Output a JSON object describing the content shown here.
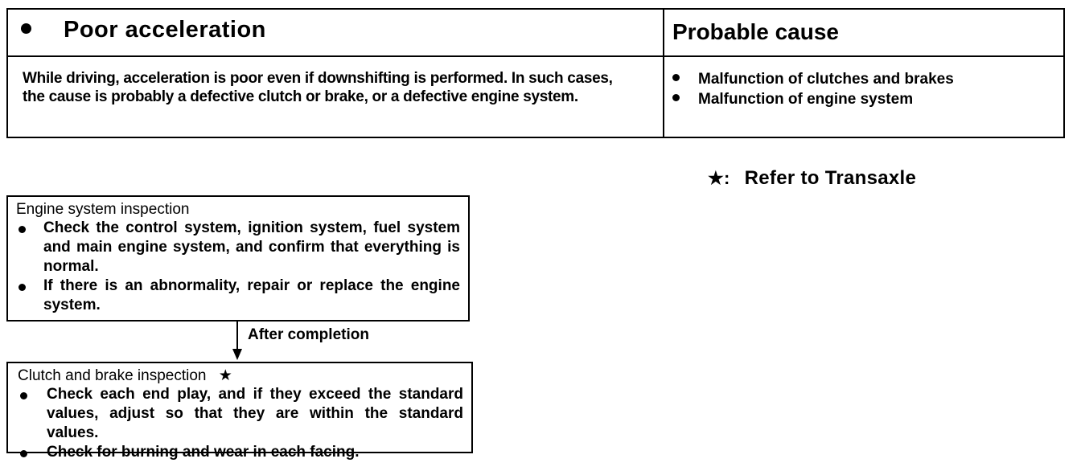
{
  "table": {
    "symptom_heading": "Poor acceleration",
    "cause_heading": "Probable cause",
    "symptom_text": "While driving, acceleration is poor even if downshifting is performed. In such cases, the cause is probably a defective clutch or brake, or a defective engine system.",
    "causes": [
      "Malfunction of clutches and brakes",
      "Malfunction of engine system"
    ]
  },
  "note": {
    "symbol": "★:",
    "text": "Refer to Transaxle"
  },
  "flow": {
    "engine_box": {
      "title": "Engine system inspection",
      "items": [
        "Check the control system, ignition system, fuel system and main engine system, and confirm that everything is normal.",
        "If there is an abnormality, repair or replace the engine system."
      ]
    },
    "arrow_label": "After completion",
    "clutch_box": {
      "title": "Clutch and brake inspection",
      "title_mark": "★",
      "items": [
        "Check each end play, and if they exceed the standard values, adjust so that they are within the standard values.",
        "Check for burning and wear in each facing."
      ]
    }
  }
}
